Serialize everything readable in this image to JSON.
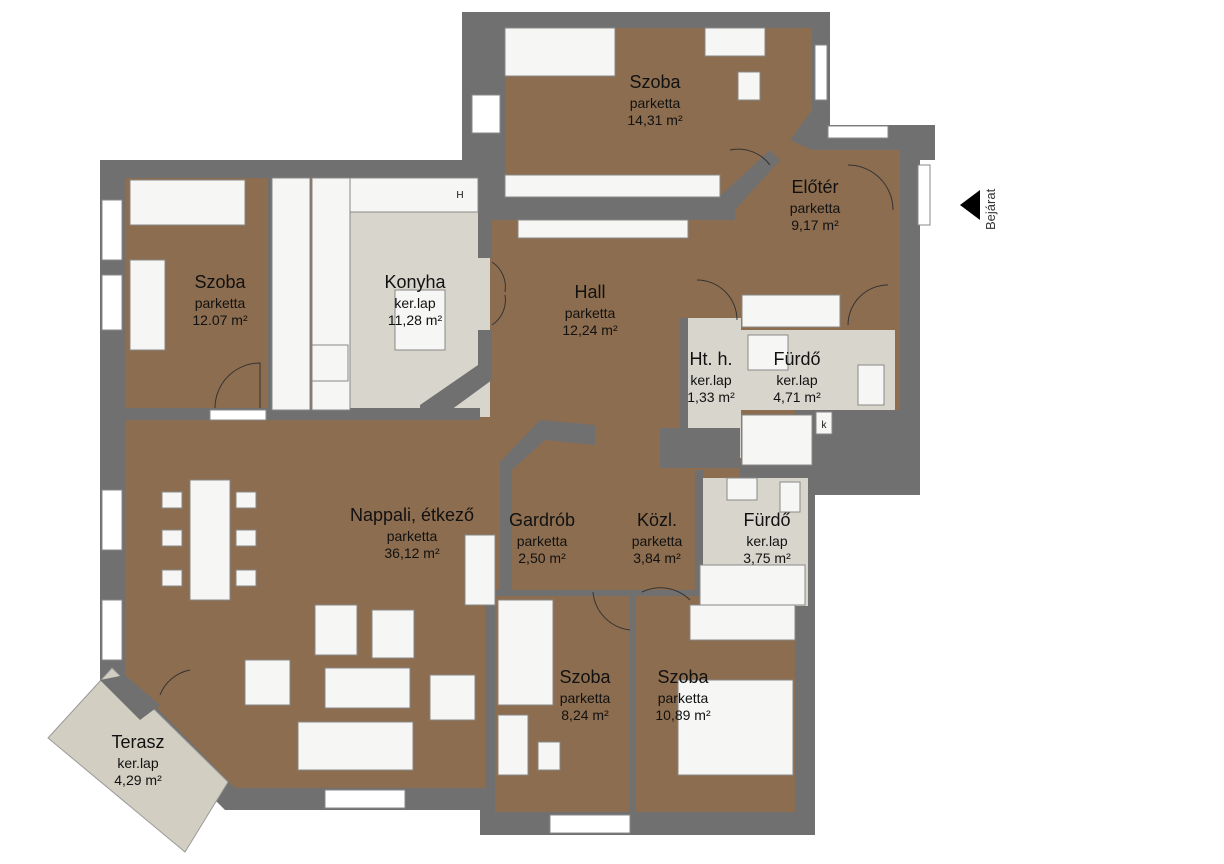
{
  "plan": {
    "rooms": [
      {
        "name": "Szoba",
        "floor": "parketta",
        "area": "14,31 m²"
      },
      {
        "name": "Előtér",
        "floor": "parketta",
        "area": "9,17 m²"
      },
      {
        "name": "Szoba",
        "floor": "parketta",
        "area": "12.07 m²"
      },
      {
        "name": "Konyha",
        "floor": "ker.lap",
        "area": "11,28 m²"
      },
      {
        "name": "Hall",
        "floor": "parketta",
        "area": "12,24 m²"
      },
      {
        "name": "Ht. h.",
        "floor": "ker.lap",
        "area": "1,33 m²"
      },
      {
        "name": "Fürdő",
        "floor": "ker.lap",
        "area": "4,71 m²"
      },
      {
        "name": "Nappali, étkező",
        "floor": "parketta",
        "area": "36,12 m²"
      },
      {
        "name": "Gardrób",
        "floor": "parketta",
        "area": "2,50 m²"
      },
      {
        "name": "Közl.",
        "floor": "parketta",
        "area": "3,84 m²"
      },
      {
        "name": "Fürdő",
        "floor": "ker.lap",
        "area": "3,75 m²"
      },
      {
        "name": "Szoba",
        "floor": "parketta",
        "area": "8,24 m²"
      },
      {
        "name": "Szoba",
        "floor": "parketta",
        "area": "10,89 m²"
      },
      {
        "name": "Terasz",
        "floor": "ker.lap",
        "area": "4,29 m²"
      }
    ],
    "entrance_label": "Bejárat",
    "fridge_label": "H",
    "closet_label": "k",
    "colors": {
      "wall": "#707070",
      "wood": "#8d6d4f",
      "tile": "#d8d6cc"
    }
  }
}
